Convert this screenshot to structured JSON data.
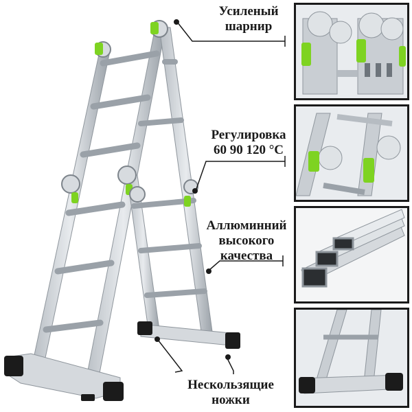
{
  "callouts": [
    {
      "id": "hinge",
      "lines": [
        "Усиленый",
        "шарнир"
      ]
    },
    {
      "id": "angle",
      "lines": [
        "Регулировка",
        "60 90 120 °C"
      ]
    },
    {
      "id": "aluminum",
      "lines": [
        "Аллюминний",
        "высокого",
        "качества"
      ]
    },
    {
      "id": "feet",
      "lines": [
        "Нескользящие",
        "ножки"
      ]
    }
  ],
  "colors": {
    "accent_green": "#7ed321",
    "aluminum": "#c9ced3",
    "aluminum_dark": "#8e959c",
    "rubber": "#1b1b1b",
    "frame": "#1a1a1a"
  },
  "icons": {
    "callout_dot": "filled-circle",
    "callout_end": "vertical-tick"
  }
}
